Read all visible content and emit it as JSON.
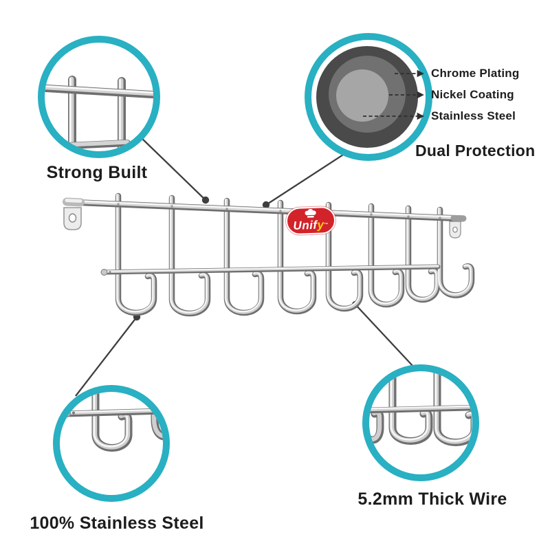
{
  "product": {
    "name_hint": "wall mounted hook rail illustration",
    "hook_count": 8
  },
  "brand": {
    "name": "Unify",
    "prefix": "Unif",
    "suffix": "y",
    "tm": "™"
  },
  "callouts": {
    "strong_built": {
      "label": "Strong Built"
    },
    "dual_protection": {
      "label": "Dual Protection",
      "layers": [
        {
          "label": "Chrome Plating"
        },
        {
          "label": "Nickel Coating"
        },
        {
          "label": "Stainless Steel"
        }
      ]
    },
    "stainless_steel": {
      "label": "100% Stainless Steel"
    },
    "thick_wire": {
      "label": "5.2mm Thick Wire"
    }
  },
  "colors": {
    "accent_teal": "#29b0c2",
    "text": "#1d1d1d",
    "connector_line": "#3e3e3e",
    "layer_dark": "#4a4a4a",
    "layer_mid": "#717171",
    "layer_light": "#a6a6a6",
    "logo_red": "#d2232a",
    "logo_yellow": "#ffd200"
  },
  "icons": {
    "chef_hat": "chef-hat-icon",
    "zoom_circles": [
      "strong-built-lens",
      "dual-protection-lens",
      "stainless-lens",
      "wire-lens"
    ]
  }
}
